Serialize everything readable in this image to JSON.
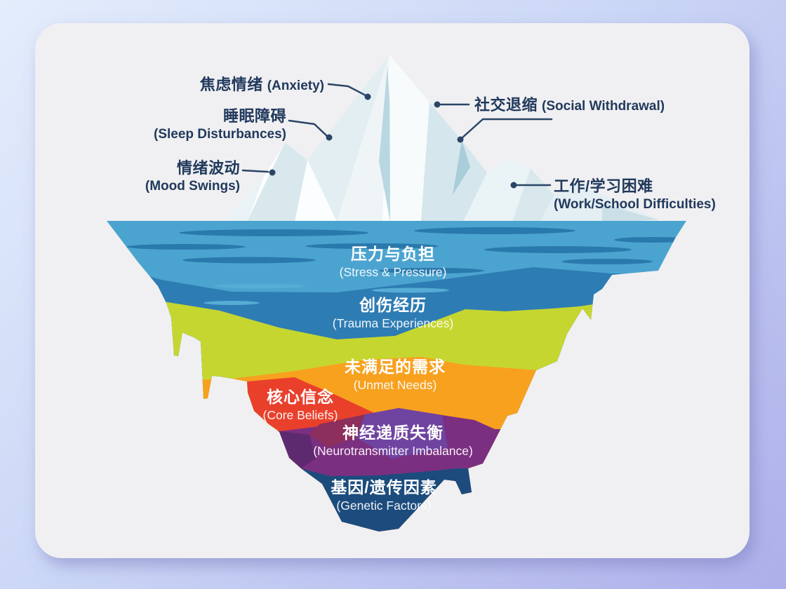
{
  "diagram_title": "iceberg-mental-health-infographic",
  "labels": {
    "above": [
      {
        "id": "anxiety",
        "zh": "焦虑情绪",
        "en": "(Anxiety)"
      },
      {
        "id": "sleep",
        "zh": "睡眠障碍",
        "en": "(Sleep Disturbances)"
      },
      {
        "id": "mood",
        "zh": "情绪波动",
        "en": "(Mood Swings)"
      },
      {
        "id": "social",
        "zh": "社交退缩",
        "en": "(Social Withdrawal)"
      },
      {
        "id": "work",
        "zh": "工作/学习困难",
        "en": "(Work/School Difficulties)"
      }
    ],
    "below": [
      {
        "id": "stress",
        "zh": "压力与负担",
        "en": "(Stress & Pressure)"
      },
      {
        "id": "trauma",
        "zh": "创伤经历",
        "en": "(Trauma Experiences)"
      },
      {
        "id": "unmet",
        "zh": "未满足的需求",
        "en": "(Unmet Needs)"
      },
      {
        "id": "core",
        "zh": "核心信念",
        "en": "(Core Beliefs)"
      },
      {
        "id": "neuro",
        "zh": "神经递质失衡",
        "en": "(Neurotransmitter Imbalance)"
      },
      {
        "id": "genetic",
        "zh": "基因/遗传因素",
        "en": "(Genetic Factors)"
      }
    ]
  },
  "colors": {
    "background_gradient_start": "#E4EDFC",
    "background_gradient_end": "#ADAFEA",
    "card": "#F0F0F2",
    "callout_text": "#21395C",
    "connector": "#2B4566",
    "ice_white": "#FBFDFE",
    "water_surface": "#4BA4CF",
    "water_deep": "#2E7CB4",
    "layer_chartreuse": "#C6D630",
    "layer_orange": "#F7A11F",
    "layer_red": "#E9402C",
    "layer_purple": "#7B2F80",
    "layer_navy": "#1C4C7D",
    "underwater_text": "#FFFFFF"
  }
}
